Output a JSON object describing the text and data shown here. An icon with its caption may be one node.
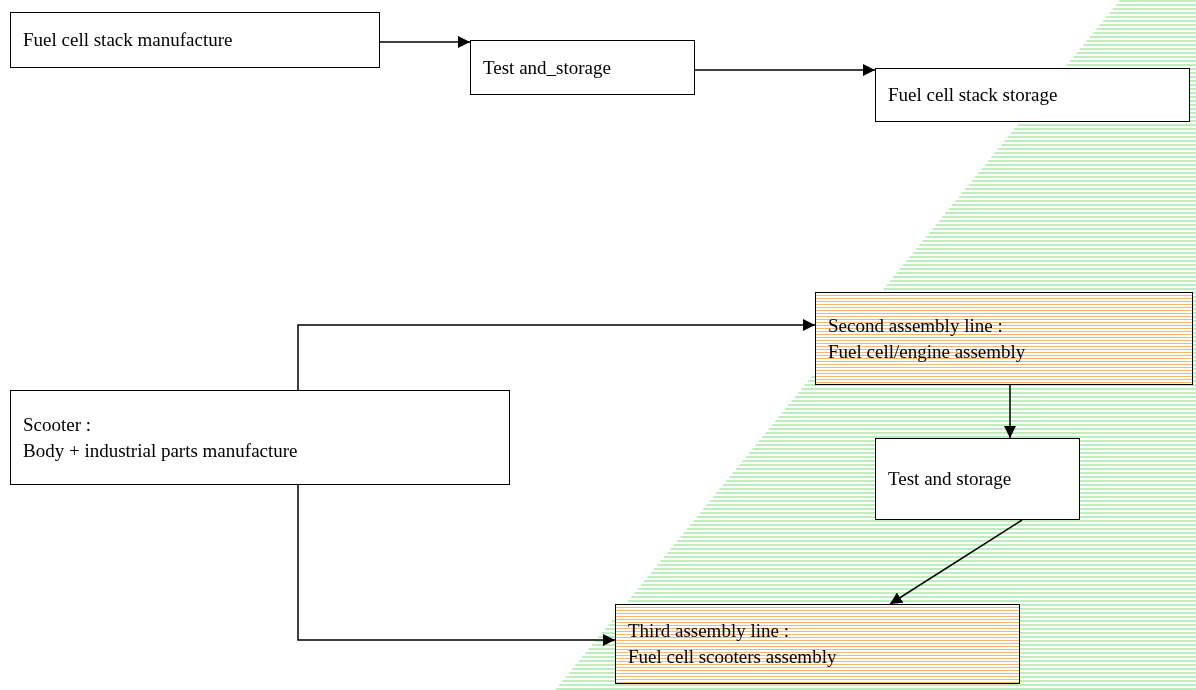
{
  "diagram": {
    "nodes": [
      {
        "text": [
          "Fuel cell stack manufacture"
        ]
      },
      {
        "text": [
          "Test and_storage"
        ]
      },
      {
        "text": [
          "Fuel cell stack storage"
        ]
      },
      {
        "text": [
          "Second assembly line :",
          "Fuel cell/engine assembly"
        ]
      },
      {
        "text": [
          "Scooter :",
          "Body + industrial parts manufacture"
        ]
      },
      {
        "text": [
          "Test and storage"
        ]
      },
      {
        "text": [
          "Third assembly line :",
          "Fuel cell scooters assembly"
        ]
      }
    ],
    "edges": [
      {
        "from": 0,
        "to": 1,
        "arrow": "to"
      },
      {
        "from": 1,
        "to": 2,
        "arrow": "to"
      },
      {
        "from": 4,
        "to": 3,
        "arrow": "to"
      },
      {
        "from": 3,
        "to": 5,
        "arrow": "to"
      },
      {
        "from": 5,
        "to": 6,
        "arrow": "to"
      },
      {
        "from": 4,
        "to": 6,
        "arrow": "to"
      }
    ]
  }
}
